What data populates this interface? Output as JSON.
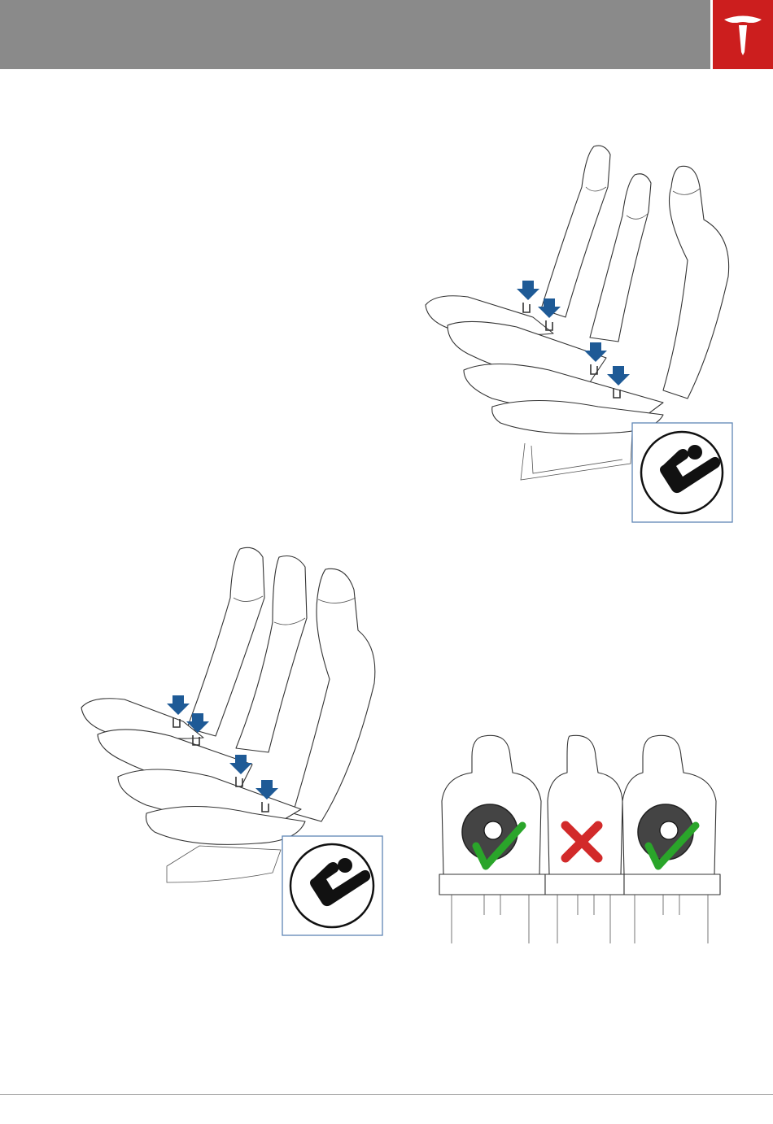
{
  "header": {
    "logo_icon": "tesla-logo-icon",
    "bar_color": "#8a8a8a",
    "logo_bg_color": "#cc1e1e"
  },
  "figures": [
    {
      "id": "model-x-6-seat-second-row",
      "icons": [
        "blue-down-arrow-icon",
        "isofix-child-seat-icon"
      ]
    },
    {
      "id": "model-x-7-seat-second-row",
      "icons": [
        "blue-down-arrow-icon",
        "isofix-child-seat-icon"
      ]
    },
    {
      "id": "third-row-positions",
      "icons": [
        "green-check-icon",
        "red-x-icon",
        "green-check-icon"
      ]
    }
  ],
  "colors": {
    "arrow": "#1e5a96",
    "check": "#2aa52a",
    "cross": "#d22a2a",
    "badge_frame": "#5f86b5"
  }
}
